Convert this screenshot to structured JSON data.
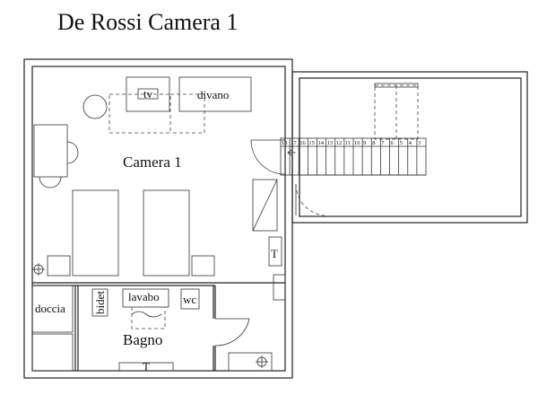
{
  "title": "De Rossi  Camera 1",
  "rooms": {
    "camera": "Camera 1",
    "bagno": "Bagno"
  },
  "fixtures": {
    "tv": "tv",
    "divano": "divano",
    "doccia": "doccia",
    "bidet": "bidet",
    "lavabo": "lavabo",
    "wc": "wc",
    "t_wall": "T",
    "t_bath": "T"
  },
  "stairs": {
    "steps": [
      "18",
      "17",
      "16",
      "15",
      "14",
      "13",
      "12",
      "11",
      "10",
      "9",
      "8",
      "7",
      "6",
      "5",
      "4",
      "3"
    ]
  }
}
